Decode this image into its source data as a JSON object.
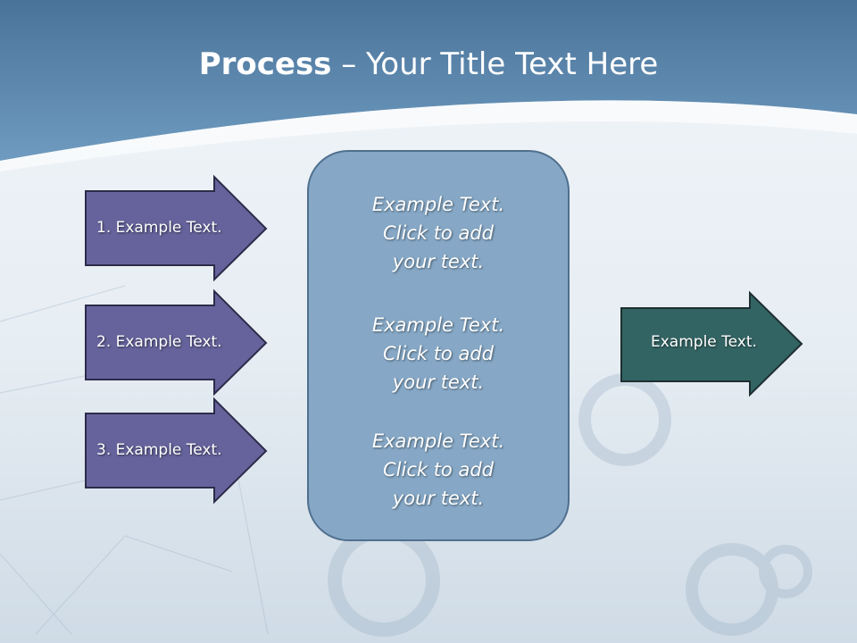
{
  "title": {
    "bold": "Process",
    "rest": " – Your Title Text Here"
  },
  "left_arrows": [
    {
      "label": "1. Example Text."
    },
    {
      "label": "2. Example Text."
    },
    {
      "label": "3. Example Text."
    }
  ],
  "center_box": {
    "blocks": [
      {
        "l1": "Example Text.",
        "l2": "Click  to add",
        "l3": "your text."
      },
      {
        "l1": "Example Text.",
        "l2": "Click  to add",
        "l3": "your text."
      },
      {
        "l1": "Example Text.",
        "l2": "Click  to add",
        "l3": "your text."
      }
    ]
  },
  "right_arrow": {
    "label": "Example Text."
  },
  "colors": {
    "left_arrow": "#66639c",
    "right_arrow": "#336464",
    "box": "#86a8c6",
    "header": "#5a87ad"
  }
}
